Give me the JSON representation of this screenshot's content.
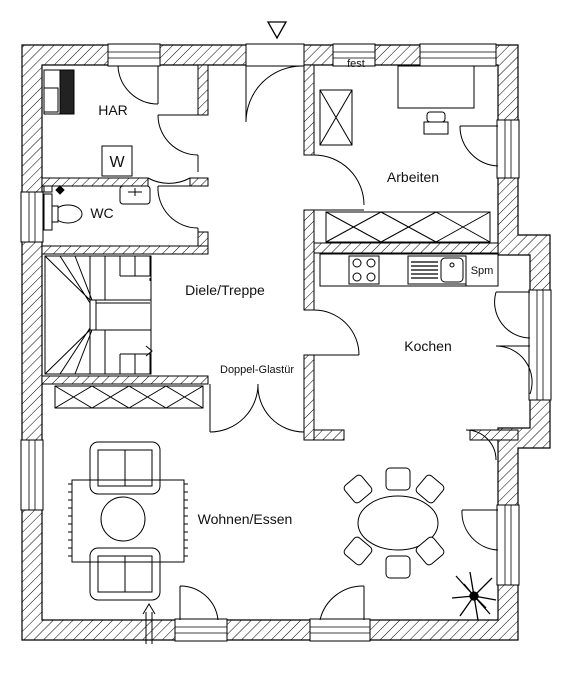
{
  "rooms": {
    "har": "HAR",
    "wc": "WC",
    "diele": "Diele/Treppe",
    "arbeiten": "Arbeiten",
    "kochen": "Kochen",
    "wohnen": "Wohnen/Essen"
  },
  "labels": {
    "w": "W",
    "fest": "fest",
    "spm": "Spm",
    "doppel": "Doppel-Glastür"
  }
}
